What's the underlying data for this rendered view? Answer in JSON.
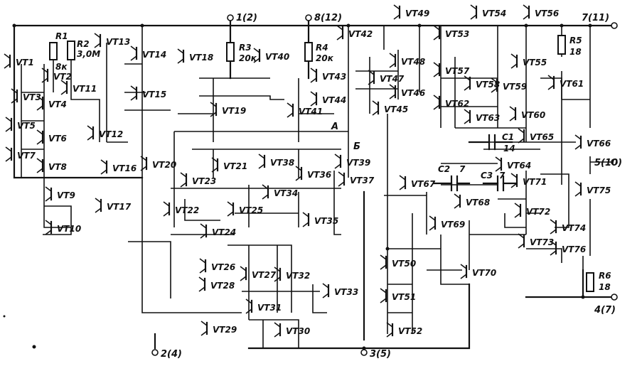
{
  "transistors": [
    "VT1",
    "VT2",
    "VT3",
    "VT4",
    "VT5",
    "VT6",
    "VT7",
    "VT8",
    "VT9",
    "VT10",
    "VT11",
    "VT12",
    "VT13",
    "VT14",
    "VT15",
    "VT16",
    "VT17",
    "VT18",
    "VT19",
    "VT20",
    "VT21",
    "VT22",
    "VT23",
    "VT24",
    "VT25",
    "VT26",
    "VT27",
    "VT28",
    "VT29",
    "VT30",
    "VT31",
    "VT32",
    "VT33",
    "VT34",
    "VT35",
    "VT36",
    "VT37",
    "VT38",
    "VT39",
    "VT40",
    "VT41",
    "VT42",
    "VT43",
    "VT44",
    "VT45",
    "VT46",
    "VT47",
    "VT48",
    "VT49",
    "VT50",
    "VT51",
    "VT52",
    "VT53",
    "VT54",
    "VT55",
    "VT56",
    "VT57",
    "VT58",
    "VT59",
    "VT60",
    "VT61",
    "VT62",
    "VT63",
    "VT64",
    "VT65",
    "VT66",
    "VT67",
    "VT68",
    "VT69",
    "VT70",
    "VT71",
    "VT72",
    "VT73",
    "VT74",
    "VT75",
    "VT76"
  ],
  "resistors": [
    {
      "name": "R1",
      "value": "8к"
    },
    {
      "name": "R2",
      "value": "3,0М"
    },
    {
      "name": "R3",
      "value": "20к"
    },
    {
      "name": "R4",
      "value": "20к"
    },
    {
      "name": "R5",
      "value": "18"
    },
    {
      "name": "R6",
      "value": "18"
    }
  ],
  "capacitors": [
    {
      "name": "C1",
      "value": "14"
    },
    {
      "name": "C2",
      "value": "7"
    },
    {
      "name": "C3",
      "value": "7"
    }
  ],
  "pins": [
    "1(2)",
    "8(12)",
    "7(11)",
    "5(10)",
    "4(7)",
    "2(4)",
    "3(5)"
  ],
  "nodes": [
    "А",
    "Б"
  ]
}
